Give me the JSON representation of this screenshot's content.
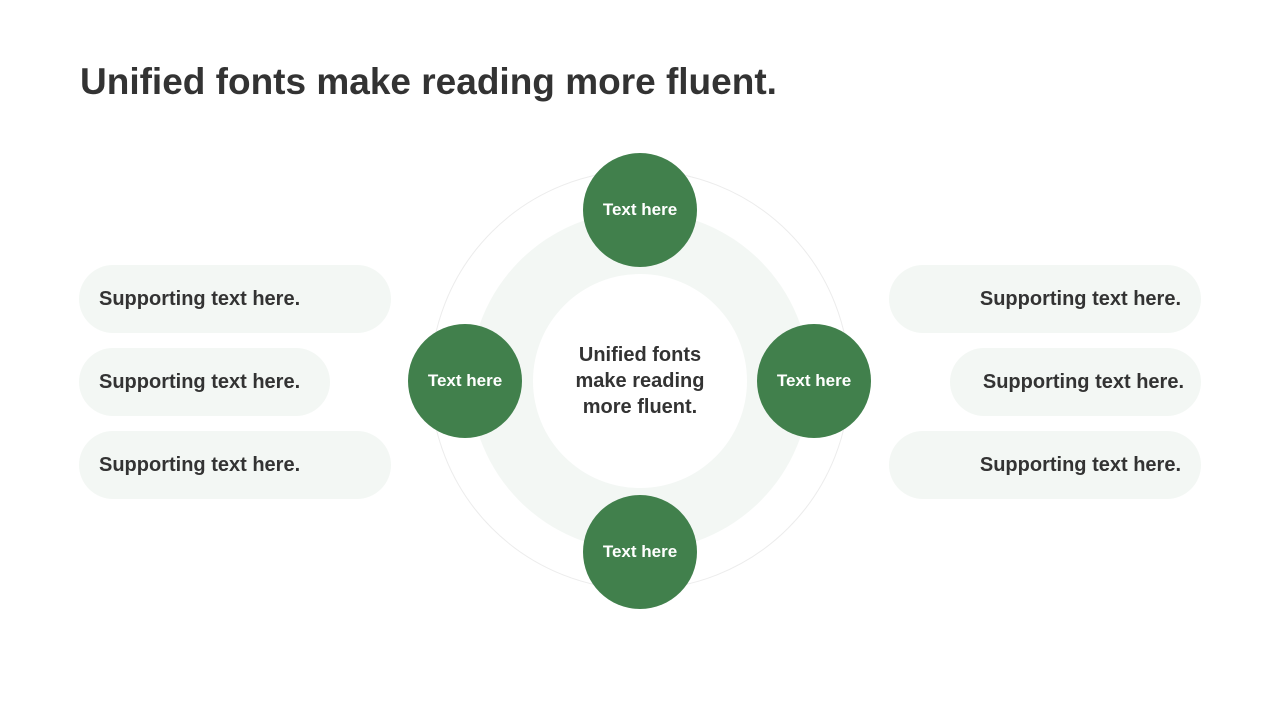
{
  "title": "Unified fonts make reading more fluent.",
  "center_text": "Unified fonts make reading more fluent.",
  "nodes": {
    "top": "Text here",
    "left": "Text here",
    "right": "Text here",
    "bottom": "Text here"
  },
  "left_items": [
    "Supporting text here.",
    "Supporting text here.",
    "Supporting text here."
  ],
  "right_items": [
    "Supporting text here.",
    "Supporting text here.",
    "Supporting text here."
  ],
  "colors": {
    "accent": "#41804c",
    "pill_background": "#f3f7f4",
    "text": "#333333"
  }
}
